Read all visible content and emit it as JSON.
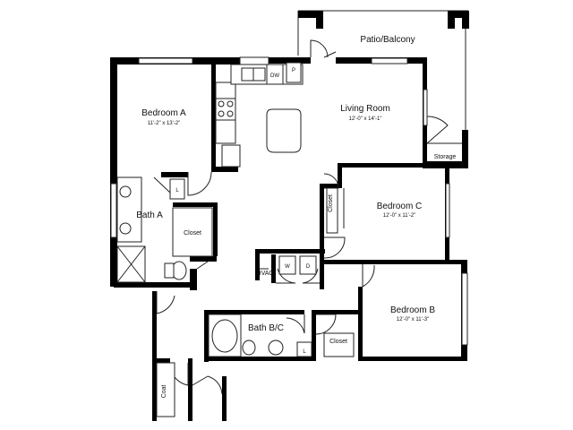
{
  "rooms": {
    "patio": {
      "name": "Patio/Balcony"
    },
    "bedroom_a": {
      "name": "Bedroom A",
      "dims": "11'-2\" x 13'-2\""
    },
    "living": {
      "name": "Living Room",
      "dims": "12'-0\" x 14'-1\""
    },
    "bedroom_c": {
      "name": "Bedroom C",
      "dims": "12'-0\" x 11'-2\""
    },
    "bedroom_b": {
      "name": "Bedroom B",
      "dims": "12'-0\" x 11'-3\""
    },
    "bath_a": {
      "name": "Bath A"
    },
    "bath_bc": {
      "name": "Bath B/C"
    }
  },
  "labels": {
    "storage": "Storage",
    "closet_a": "Closet",
    "closet_c": "Closet",
    "closet_b": "Closet",
    "coat": "Coat",
    "hvac": "HVAC",
    "dishwasher": "DW",
    "pantry": "P",
    "linen_a": "L",
    "linen_bc": "L",
    "washer": "W",
    "dryer": "D"
  },
  "colors": {
    "wall": "#000000",
    "line": "#222222",
    "background": "#ffffff"
  }
}
